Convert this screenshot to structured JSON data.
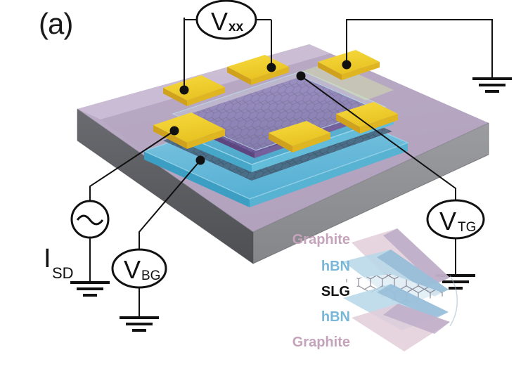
{
  "figure": {
    "panel_label": "(a)",
    "type": "device-schematic",
    "description": "Dual-gated hBN-encapsulated single-layer graphene Hall bar device schematic"
  },
  "meters": {
    "vxx": {
      "symbol": "V",
      "subscript": "xx",
      "name": "four-probe longitudinal voltage meter"
    },
    "vbg": {
      "symbol": "V",
      "subscript": "BG",
      "name": "back gate voltage source"
    },
    "vtg": {
      "symbol": "V",
      "subscript": "TG",
      "name": "top gate voltage source"
    },
    "isd": {
      "symbol": "I",
      "subscript": "SD",
      "name": "source-drain current"
    },
    "ac_source": {
      "glyph": "~",
      "name": "ac current source"
    }
  },
  "legend": {
    "items": [
      {
        "label": "Graphite",
        "color": "#c4a3bb",
        "class": "lg-graphite"
      },
      {
        "label": "hBN",
        "color": "#79b7d6",
        "class": "lg-hbn"
      },
      {
        "label": "SLG",
        "color": "#111111",
        "class": "lg-slg"
      },
      {
        "label": "hBN",
        "color": "#79b7d6",
        "class": "lg-hbn"
      },
      {
        "label": "Graphite",
        "color": "#c4a3bb",
        "class": "lg-graphite"
      }
    ]
  },
  "colors": {
    "substrate_top": "#b0a3bd",
    "substrate_top_light": "#c3b6cd",
    "substrate_side_dark": "#55565a",
    "substrate_side_mid": "#8e8f93",
    "gold_pad": "#f2cf2b",
    "gold_pad_side": "#d9a81f",
    "hbn_blue": "#6fc2e0",
    "hbn_blue_dark": "#3fa8cf",
    "graphite_purple": "#7b5f9e",
    "graphite_top": "#8d79ae",
    "graphene_dark": "#3c5466",
    "wire": "#111111"
  }
}
